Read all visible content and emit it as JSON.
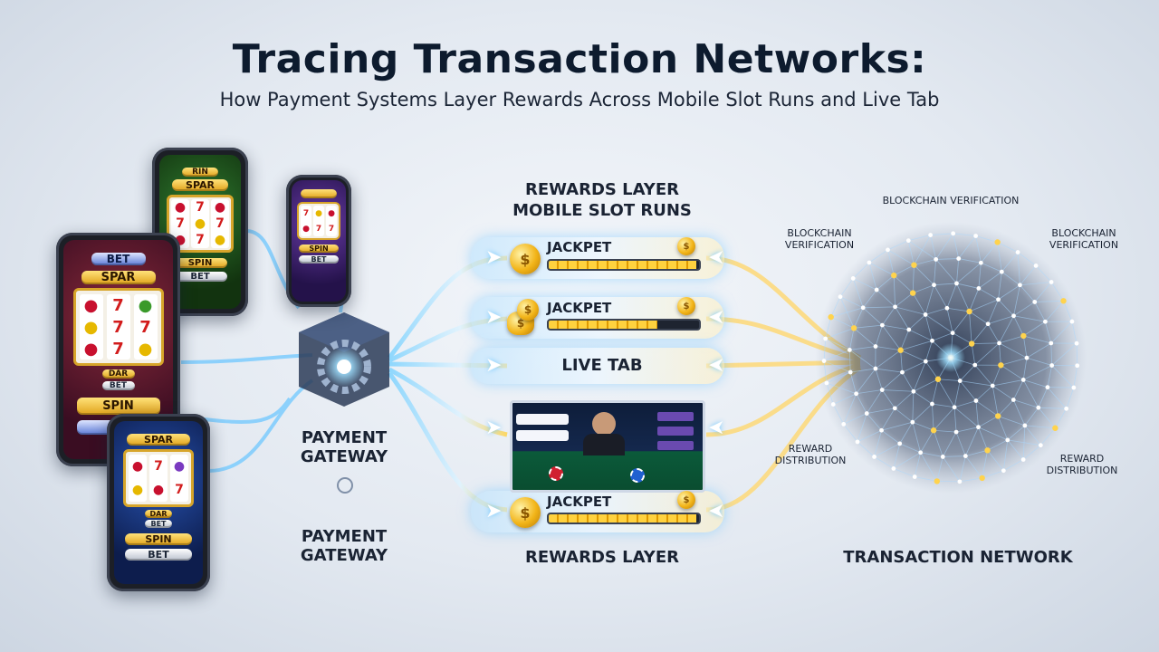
{
  "header": {
    "title": "Tracing Transaction Networks:",
    "subtitle": "How Payment Systems Layer Rewards Across Mobile Slot Runs and Live Tab"
  },
  "phones": {
    "big_red": {
      "bet_top": "BET",
      "banner": "SPAR",
      "mid": "DAR",
      "bet": "BET",
      "spin": "SPIN"
    },
    "green": {
      "top": "RIN",
      "banner": "SPAR",
      "spin": "SPIN",
      "bet": "BET"
    },
    "purple": {
      "spin": "SPIN",
      "bet": "BET"
    },
    "blue": {
      "banner": "SPAR",
      "mid": "DAR",
      "small": "BET",
      "spin": "SPIN",
      "bet": "BET"
    }
  },
  "gateway": {
    "label_1": "PAYMENT\nGATEWAY",
    "label_2": "PAYMENT\nGATEWAY"
  },
  "rewards": {
    "heading": "REWARDS LAYER\nMOBILE SLOT RUNS",
    "rows": [
      {
        "label": "JACKPET",
        "fill": 0.98
      },
      {
        "label": "JACKPET",
        "fill": 0.72
      },
      {
        "label": "JACKPET",
        "fill": 0.98
      }
    ],
    "live_tab": "LIVE TAB",
    "footer": "REWARDS LAYER"
  },
  "network": {
    "top_label": "BLOCKCHAIN VERIFICATION",
    "left_label": "BLOCKCHAIN\nVERIFICATION",
    "right_label": "BLOCKCHAIN\nVERIFICATION",
    "left_bottom": "REWARD\nDISTRIBUTION",
    "right_bottom": "REWARD\nDISTRIBUTION",
    "footer": "TRANSACTION NETWORK"
  },
  "colors": {
    "flow_blue": "#5fc3ff",
    "flow_gold": "#ffd34d",
    "title": "#0d1b2e"
  }
}
